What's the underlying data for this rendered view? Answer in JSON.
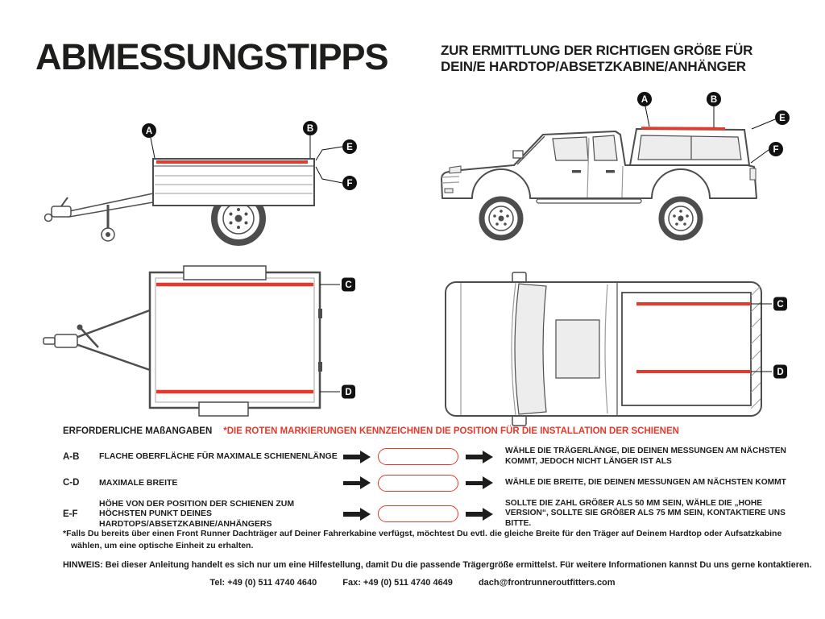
{
  "colors": {
    "accent_red": "#e6392b",
    "ink": "#1d1d1b"
  },
  "header": {
    "title": "ABMESSUNGSTIPPS",
    "subtitle_line1": "ZUR ERMITTLUNG DER RICHTIGEN GRÖßE FÜR",
    "subtitle_line2": "DEIN/E HARDTOP/ABSETZKABINE/ANHÄNGER"
  },
  "markers": {
    "a": "A",
    "b": "B",
    "c": "C",
    "d": "D",
    "e": "E",
    "f": "F"
  },
  "measurements": {
    "heading": "ERFORDERLICHE MAßANGABEN",
    "note": "*DIE ROTEN MARKIERUNGEN KENNZEICHNEN DIE POSITION FÜR DIE INSTALLATION DER SCHIENEN",
    "rows": [
      {
        "key": "A-B",
        "desc": "FLACHE OBERFLÄCHE FÜR MAXIMALE SCHIENENLÄNGE",
        "result": "WÄHLE DIE TRÄGERLÄNGE, DIE DEINEN MESSUNGEN AM NÄCHSTEN KOMMT, JEDOCH NICHT LÄNGER IST ALS"
      },
      {
        "key": "C-D",
        "desc": "MAXIMALE BREITE",
        "result": "WÄHLE DIE BREITE, DIE DEINEN MESSUNGEN AM NÄCHSTEN KOMMT"
      },
      {
        "key": "E-F",
        "desc": "HÖHE VON DER POSITION DER SCHIENEN ZUM HÖCHSTEN PUNKT DEINES HARDTOPS/ABSETZKABINE/ANHÄNGERS",
        "result": "SOLLTE DIE ZAHL GRÖßER ALS 50 MM SEIN, WÄHLE DIE „HOHE VERSION“, SOLLTE SIE GRÖßER ALS 75 MM SEIN, KONTAKTIERE UNS BITTE."
      }
    ]
  },
  "footnote": "*Falls Du bereits über einen Front Runner Dachträger auf Deiner Fahrerkabine verfügst, möchtest Du evtl. die gleiche Breite für den Träger auf Deinem Hardtop oder Aufsatzkabine wählen, um eine optische Einheit zu erhalten.",
  "hinweis": "HINWEIS: Bei dieser Anleitung handelt es sich nur um eine Hilfestellung, damit Du die passende Trägergröße ermittelst. Für weitere Informationen kannst Du uns gerne kontaktieren.",
  "contact": {
    "tel": "Tel: +49 (0) 511 4740 4640",
    "fax": "Fax: +49 (0) 511 4740 4649",
    "email": "dach@frontrunneroutfitters.com"
  }
}
